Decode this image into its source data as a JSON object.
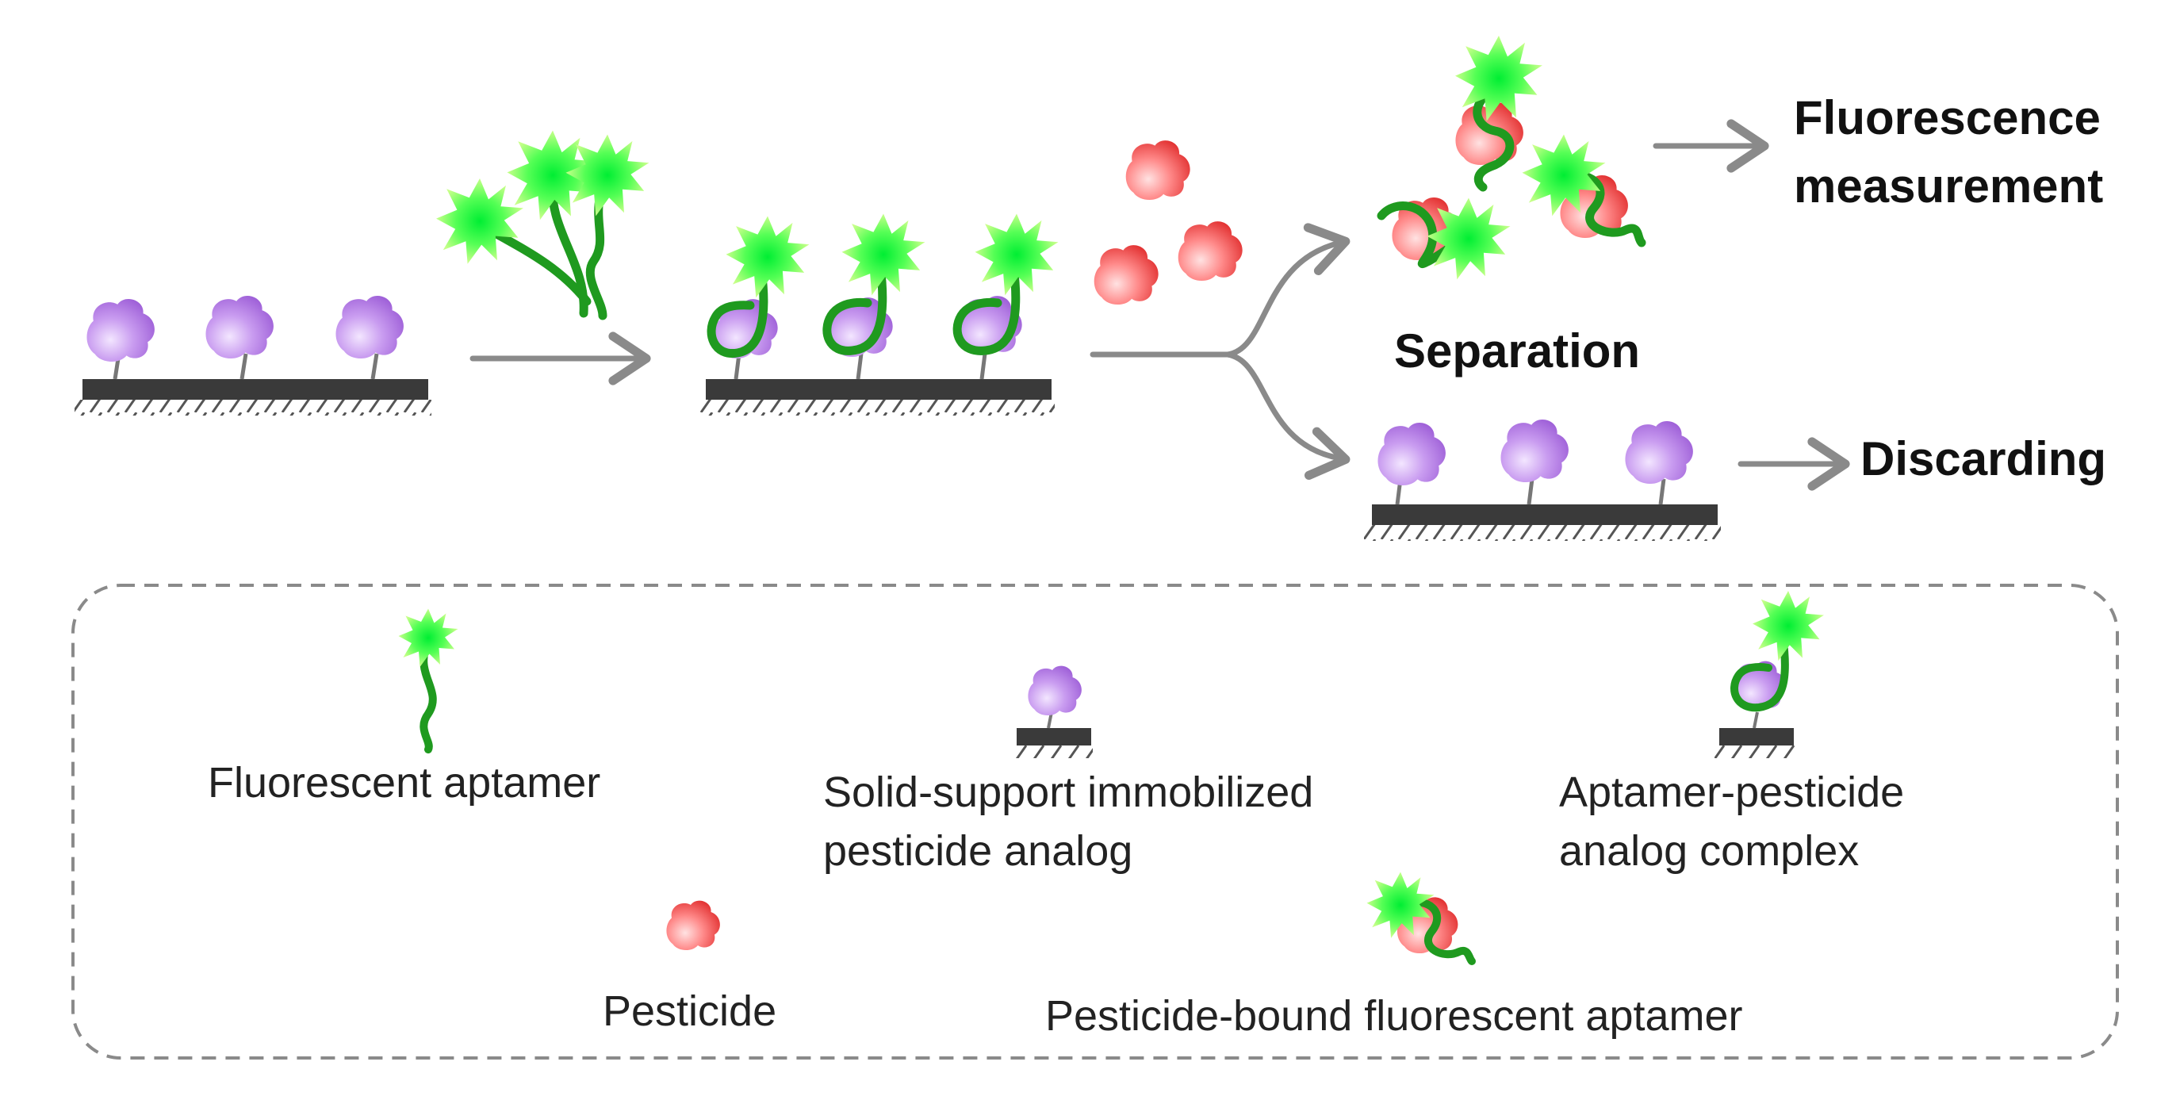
{
  "steps": {
    "fluorescence": "Fluorescence\nmeasurement",
    "separation": "Separation",
    "discarding": "Discarding"
  },
  "legend": {
    "fluorescent_aptamer": "Fluorescent aptamer",
    "immobilized_analog": "Solid-support immobilized pesticide analog",
    "complex": "Aptamer-pesticide analog complex",
    "pesticide": "Pesticide",
    "bound_aptamer": "Pesticide-bound fluorescent aptamer"
  },
  "colors": {
    "substrate": "#3a3a3a",
    "arrow": "#8a8a8a",
    "aptamer_strand": "#1f9a1f",
    "fluorophore": "#22dd22",
    "analog": "#b07ae0",
    "pesticide": "#ee4444"
  }
}
